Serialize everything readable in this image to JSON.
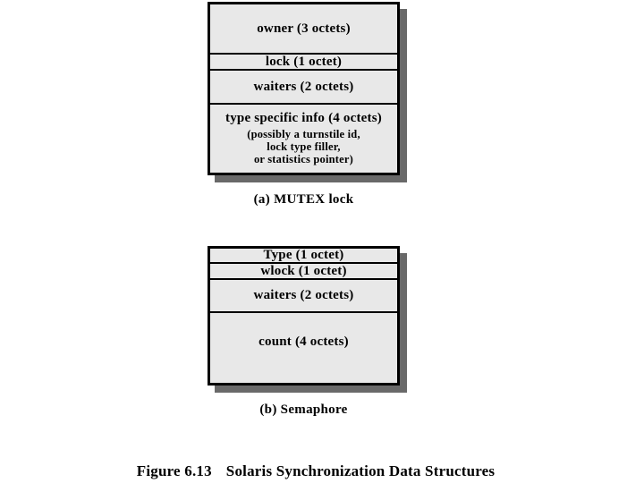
{
  "mutex": {
    "label": "(a) MUTEX lock",
    "rows": [
      {
        "text": "owner (3 octets)"
      },
      {
        "text": "lock (1 octet)"
      },
      {
        "text": "waiters (2 octets)"
      },
      {
        "text": "type specific info (4 octets)",
        "sublines": [
          "(possibly a turnstile id,",
          "lock type filler,",
          "or statistics pointer)"
        ]
      }
    ]
  },
  "semaphore": {
    "label": "(b) Semaphore",
    "rows": [
      {
        "text": "Type (1 octet)"
      },
      {
        "text": "wlock (1 octet)"
      },
      {
        "text": "waiters (2 octets)"
      },
      {
        "text": "count (4 octets)"
      }
    ]
  },
  "caption": {
    "number": "Figure 6.13",
    "title": "Solaris Synchronization Data Structures"
  },
  "colors": {
    "box_fill": "#e8e8e8",
    "box_border": "#000000",
    "box_shadow": "#696969",
    "background": "#ffffff",
    "text": "#000000"
  }
}
